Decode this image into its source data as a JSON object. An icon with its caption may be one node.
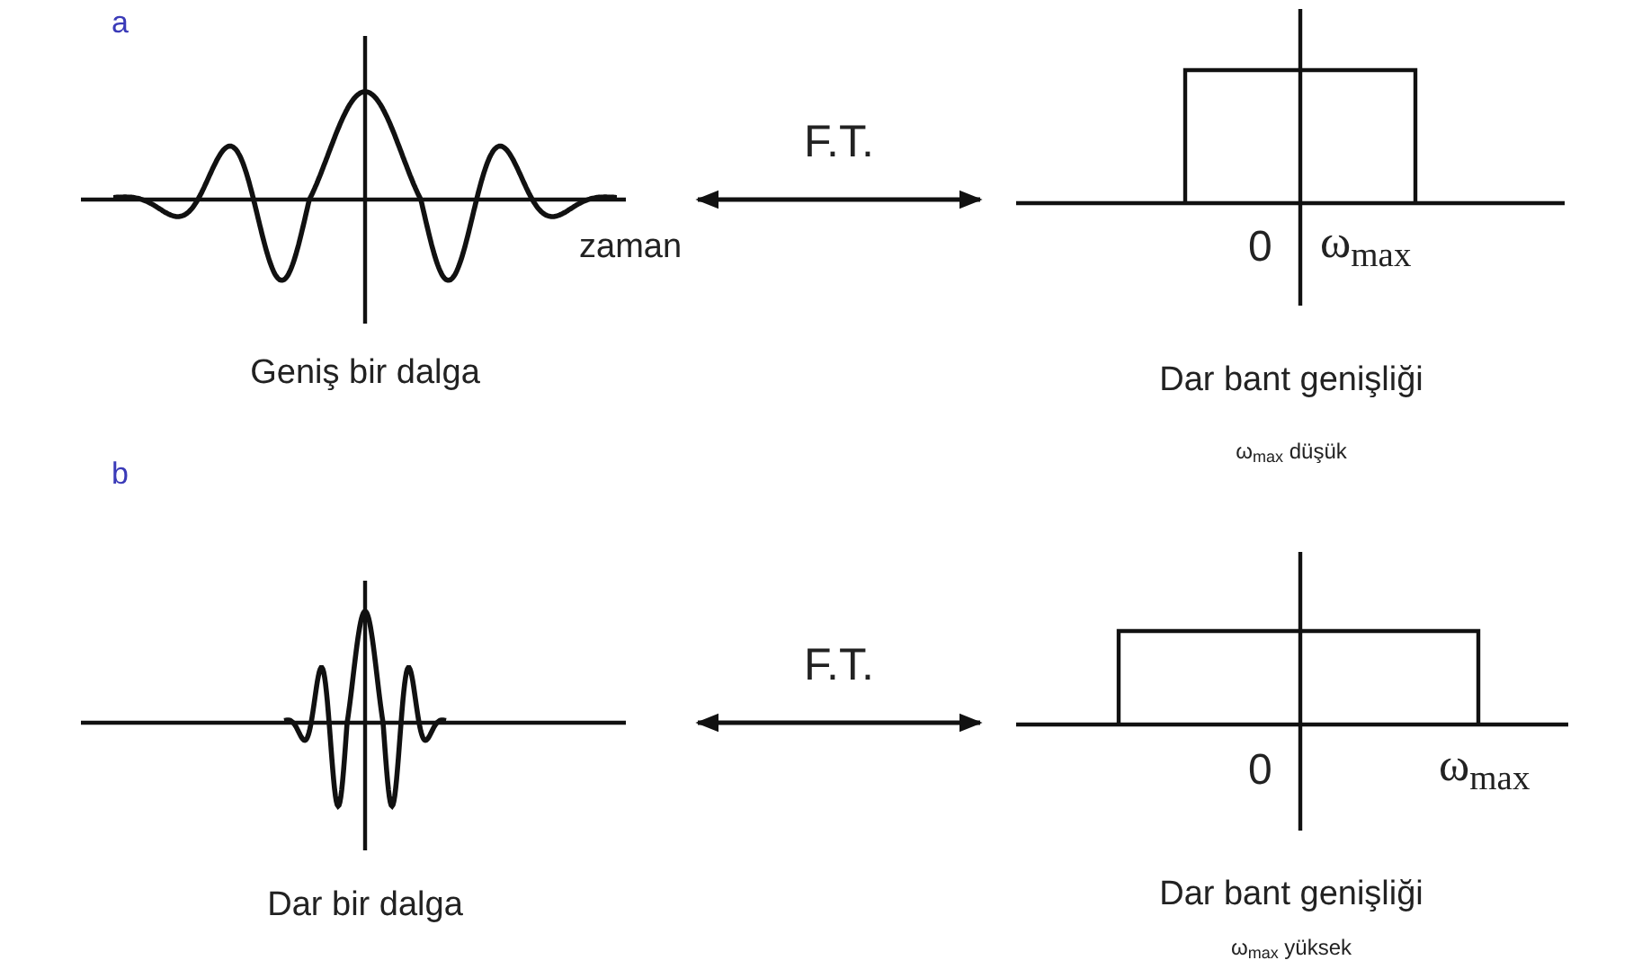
{
  "diagram": {
    "nodes": [
      {
        "text": [],
        "shape": "picture",
        "beside": [
          "Geniş bir dalga"
        ]
      },
      {
        "text": [],
        "shape": "picture",
        "beside": [
          "Dar bant genişliği",
          "ω$_{max}$  düşük"
        ]
      },
      {
        "text": [],
        "shape": "picture",
        "beside": [
          "Dar bir dalga"
        ]
      },
      {
        "text": [],
        "shape": "picture",
        "beside": [
          "Dar bant genişliği",
          "ω$_{max}$  yüksek"
        ]
      }
    ],
    "edges": [
      {
        "from": 0,
        "to": 1,
        "arrow": "both",
        "label": "F.T."
      },
      {
        "from": 2,
        "to": 3,
        "arrow": "both",
        "label": "F.T."
      }
    ],
    "labels": [
      "a",
      "zaman",
      "0",
      "ω$_{max}$",
      "b",
      "0",
      "ω$_{max}$"
    ]
  }
}
